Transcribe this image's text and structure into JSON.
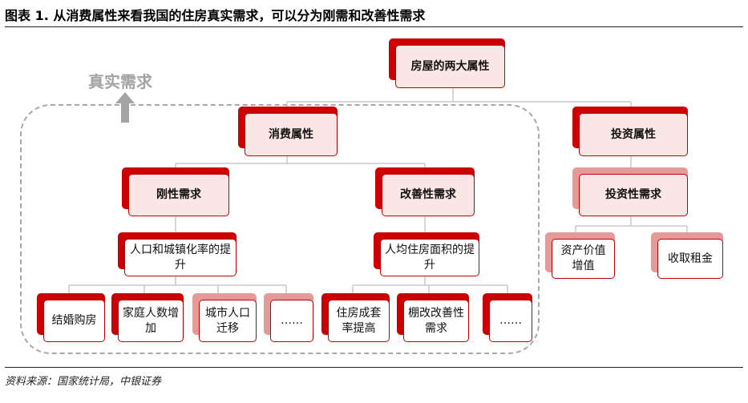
{
  "title": "图表 1. 从消费属性来看我国的住房真实需求，可以分为刚需和改善性需求",
  "source": "资料来源：国家统计局，中银证券",
  "annotation": {
    "real_need_label": "真实需求"
  },
  "colors": {
    "accent": "#cc0000",
    "light_fill": "#fbe6e6",
    "pink": "#e59a9a",
    "dashed_border": "#a8a8a8"
  },
  "diagram": {
    "root": "房屋的两大属性",
    "consumption": "消费属性",
    "investment": "投资属性",
    "rigid_need": "刚性需求",
    "improve_need": "改善性需求",
    "invest_need": "投资性需求",
    "rigid_driver": "人口和城镇化率的提升",
    "improve_driver": "人均住房面积的提升",
    "rigid_leaves": [
      "结婚购房",
      "家庭人数增加",
      "城市人口迁移",
      "……"
    ],
    "improve_leaves": [
      "住房成套率提高",
      "棚改改善性需求",
      "……"
    ],
    "invest_leaves": [
      "资产价值增值",
      "收取租金"
    ]
  }
}
